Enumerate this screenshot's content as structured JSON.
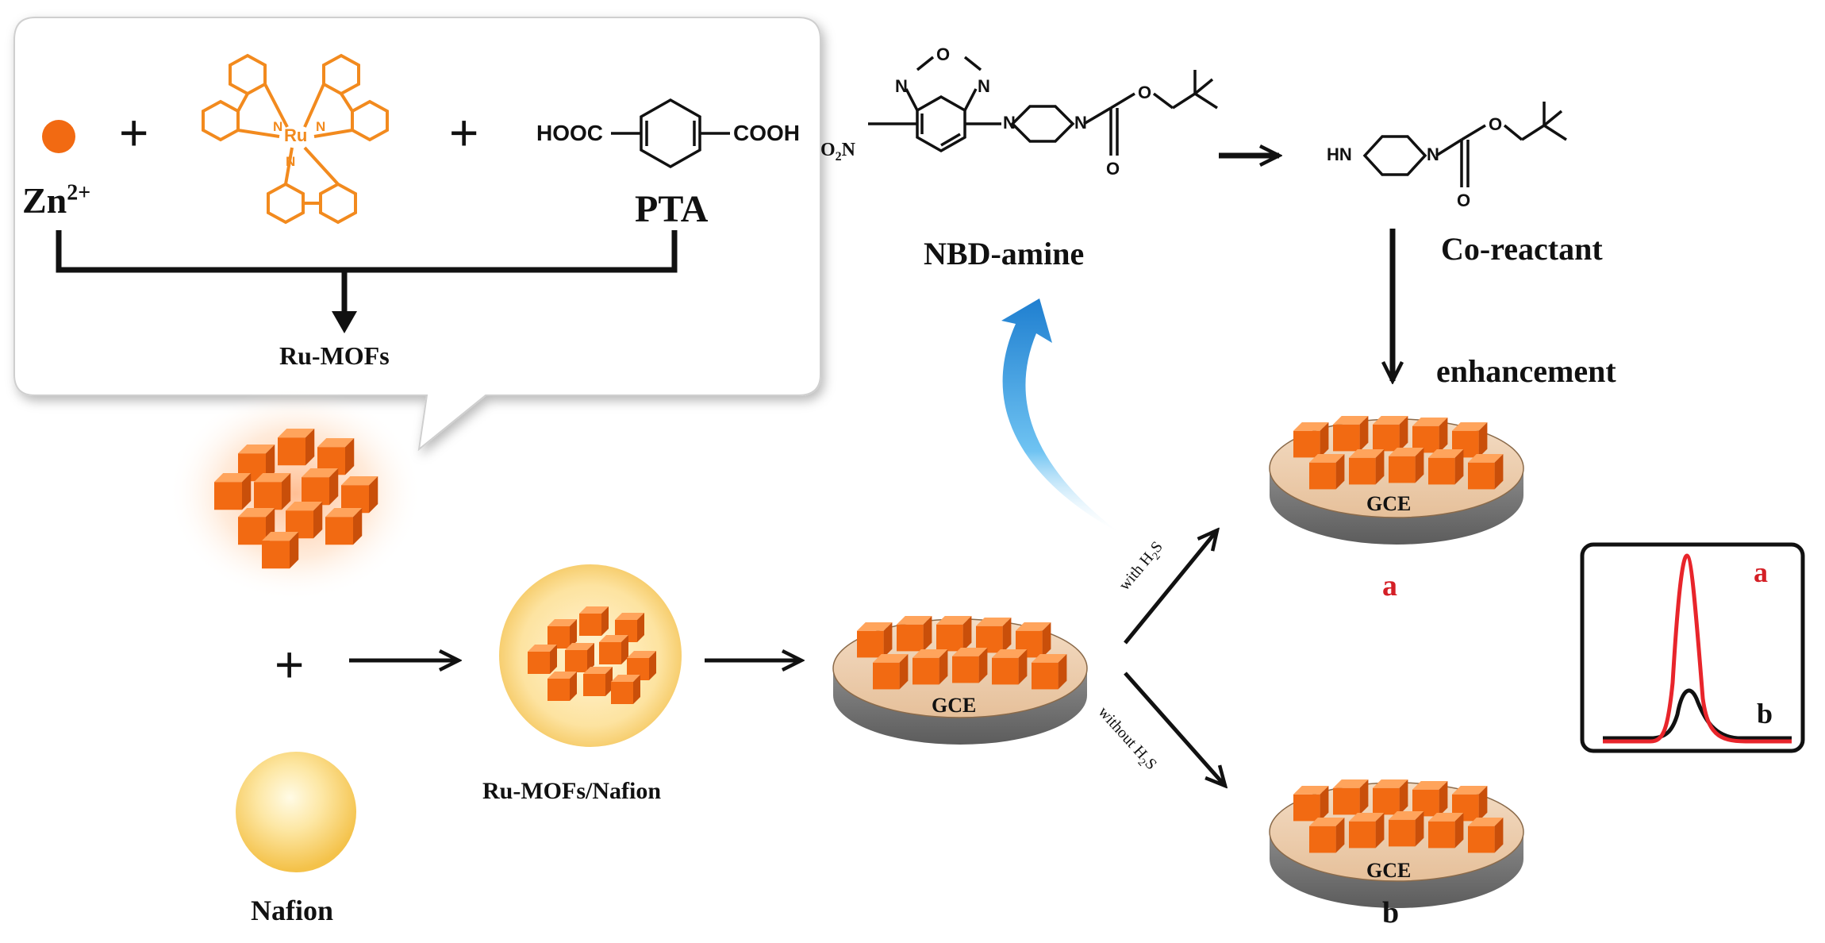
{
  "reagents": {
    "zinc": "Zn",
    "zinc_charge": "2+",
    "plus": "+",
    "ru_symbol": "Ru",
    "n_atom": "N",
    "pta_acid_left": "HOOC",
    "pta_acid_right": "COOH",
    "pta": "PTA",
    "product": "Ru-MOFs"
  },
  "nafion": {
    "plus": "+",
    "label": "Nafion",
    "composite": "Ru-MOFs/Nafion"
  },
  "electrodes": {
    "gce": "GCE",
    "result_a": "a",
    "result_b": "b",
    "with_h2s": "with H",
    "without_h2s": "without H",
    "h2s_sub": "2",
    "h2s_s": "S"
  },
  "chemistry": {
    "probe_name": "NBD-amine",
    "co_reactant": "Co-reactant",
    "enhancement": "enhancement",
    "nitro_o": "O",
    "nitro_sub": "2",
    "nitro_n": "N",
    "atom_n": "N",
    "atom_o": "O",
    "hn": "HN"
  },
  "signal_inset": {
    "curve_a": "a",
    "curve_b": "b",
    "colors": {
      "a": "#e8252b",
      "b": "#111111"
    }
  },
  "colors": {
    "complex_orange": "#f28a1e",
    "cube_orange": "#f26a12",
    "arrow_blue": "#2a8fd8",
    "electrode_gray": "#7a7a7a"
  }
}
